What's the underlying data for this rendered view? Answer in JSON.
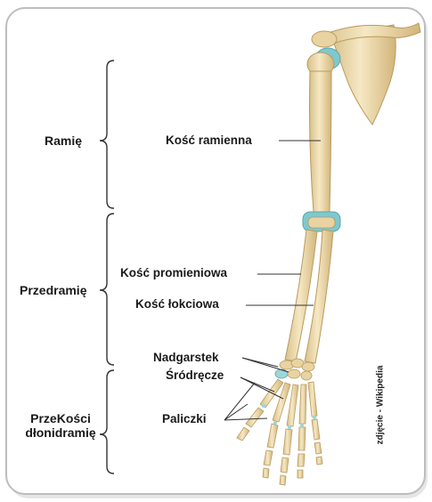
{
  "regions": {
    "arm": "Ramię",
    "forearm": "Przedramię",
    "hand_line1": "PrzeKości",
    "hand_line2": "dłonidramię"
  },
  "bones": {
    "humerus": "Kość ramienna",
    "radius": "Kość promieniowa",
    "ulna": "Kość łokciowa",
    "carpals": "Nadgarstek",
    "metacarpals": "Śródręcze",
    "phalanges": "Paliczki"
  },
  "credit": "zdjęcie - Wikipedia",
  "colors": {
    "bone": "#eedcb0",
    "bone_edge": "#b99a5e",
    "cartilage": "#7ec9cf",
    "text": "#1a1a1a",
    "card_border": "#bdbdbd"
  }
}
